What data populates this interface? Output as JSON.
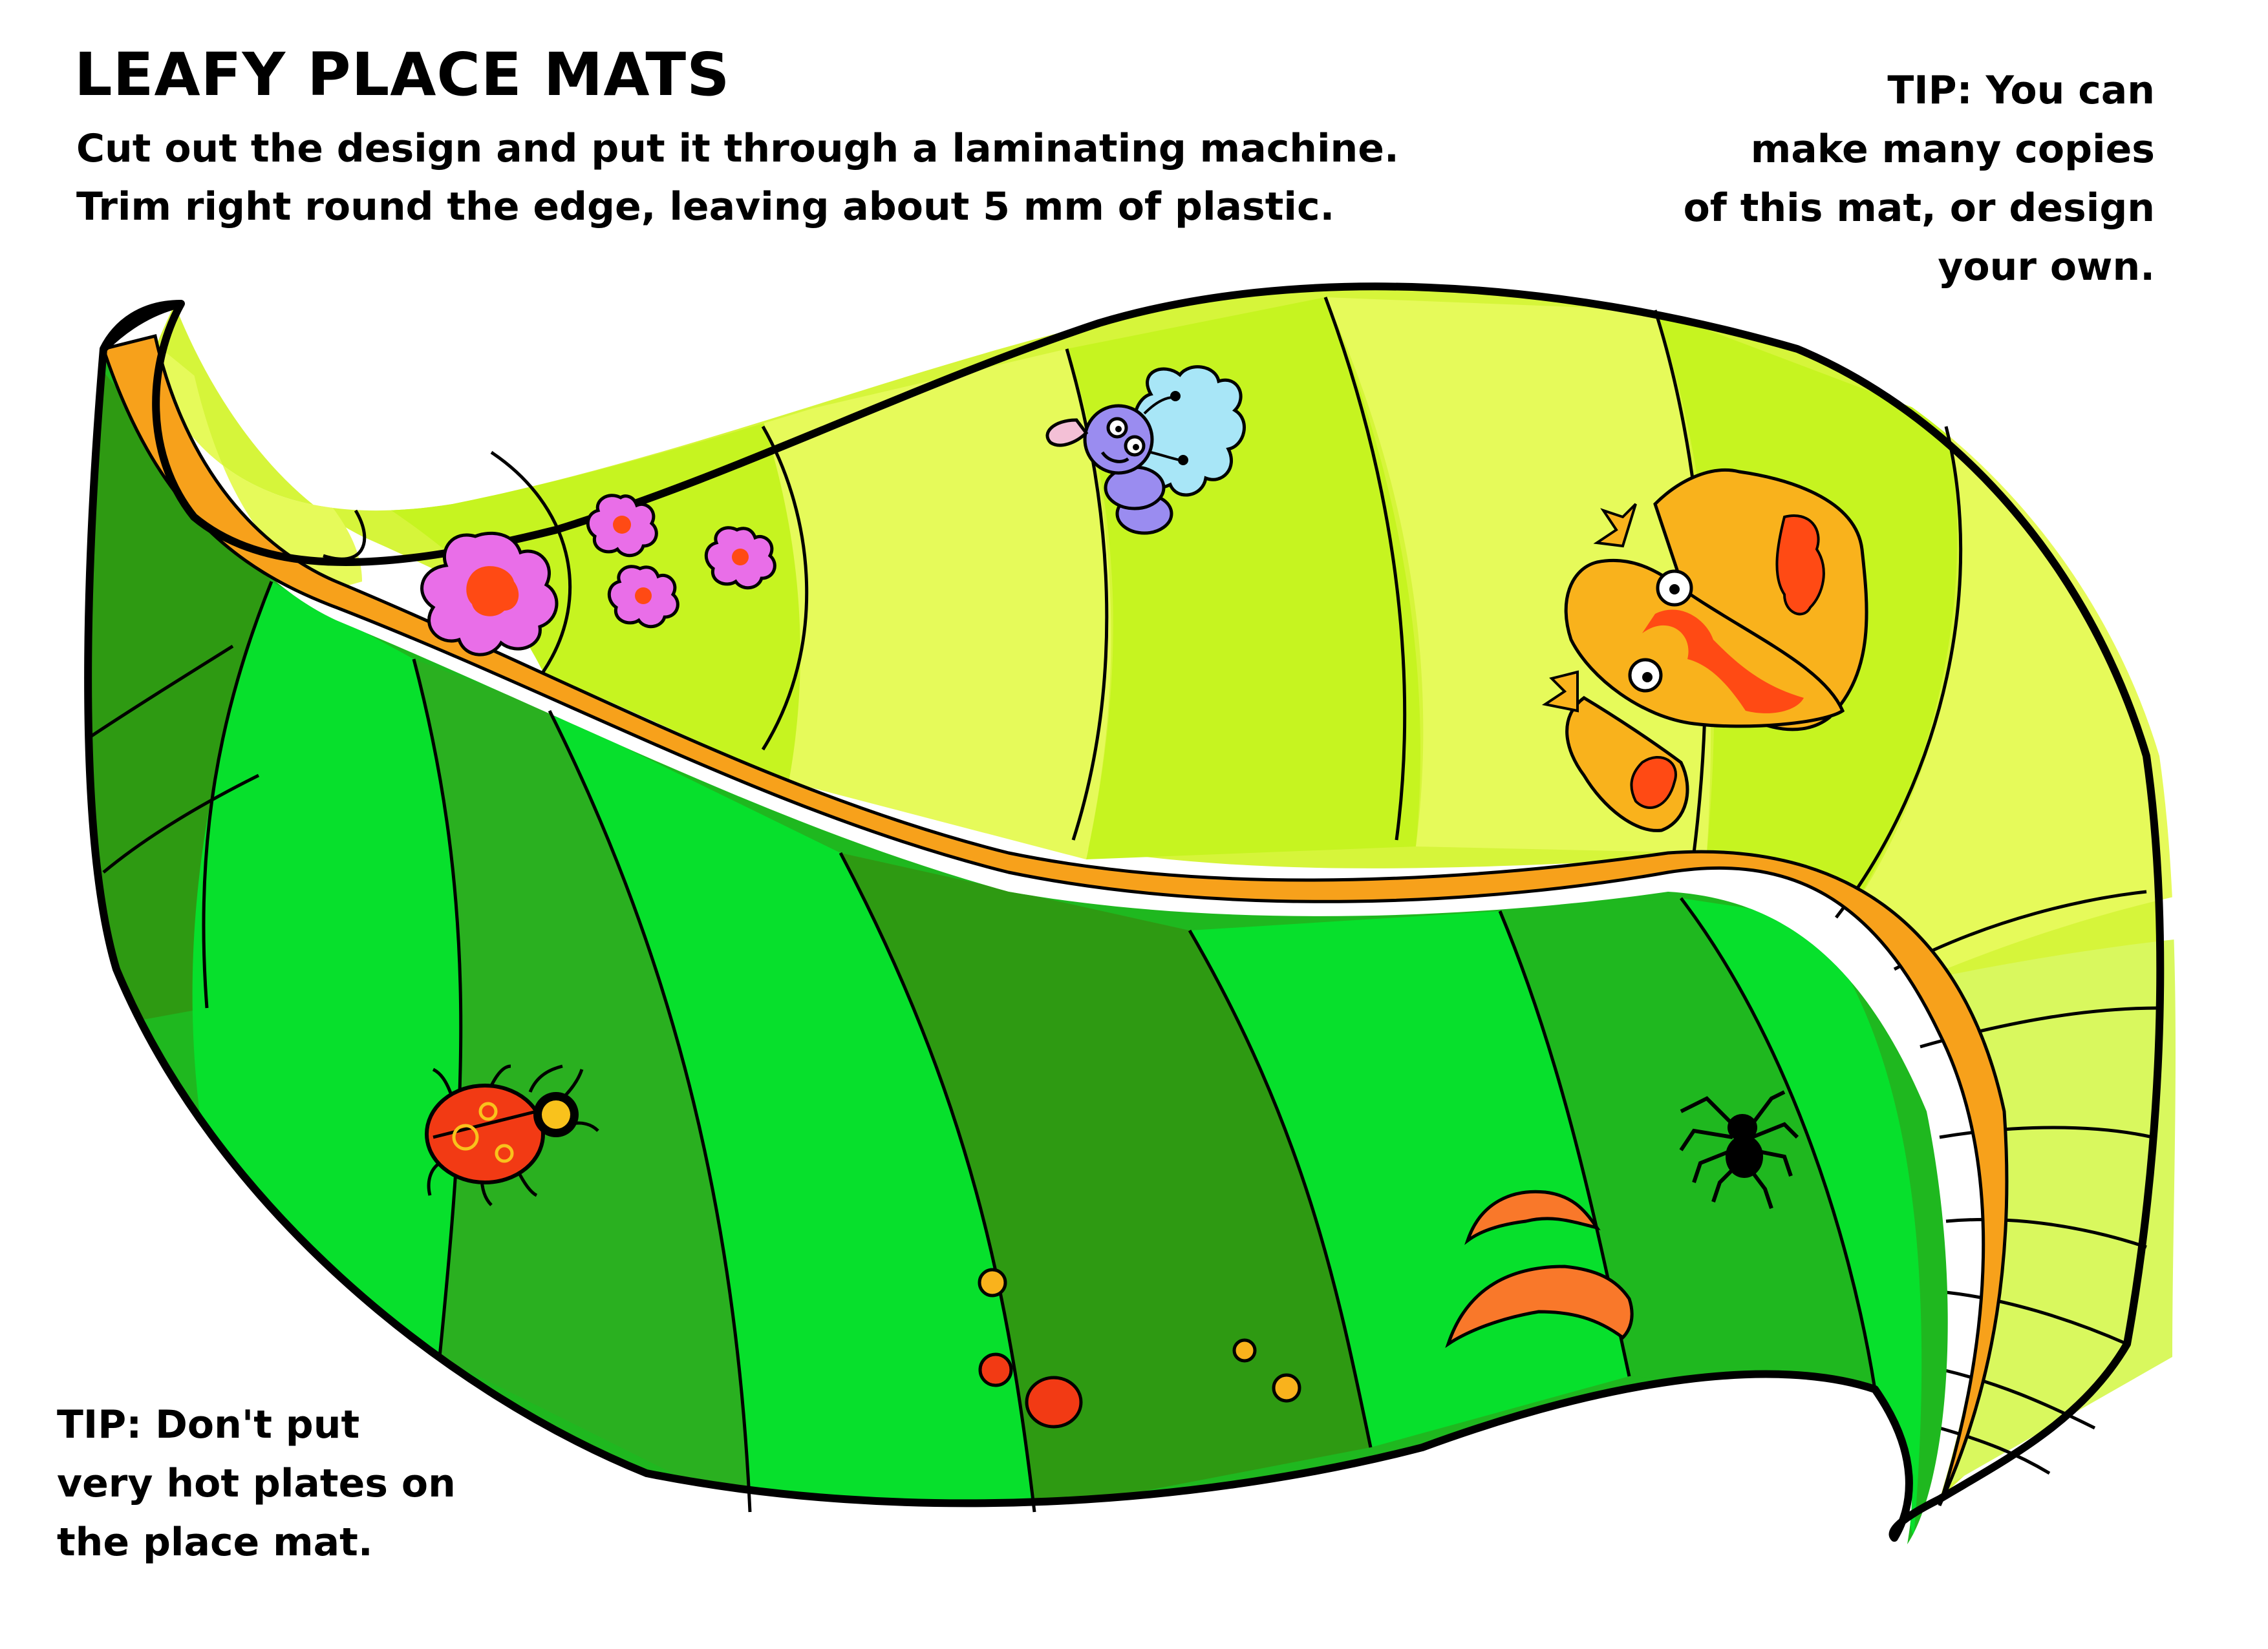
{
  "title": "LEAFY PLACE MATS",
  "instructions": [
    "Cut out the design and put it through a laminating machine.",
    "Trim right round the edge, leaving about 5 mm of plastic."
  ],
  "tip_right": [
    "TIP: You can",
    "make many copies",
    "of this mat, or design",
    "your own."
  ],
  "tip_left": [
    "TIP: Don't put",
    "very hot plates on",
    "the place mat."
  ],
  "colors": {
    "outline": "#000000",
    "stem": "#f7a11b",
    "leaf_light_1": "#c6f420",
    "leaf_light_2": "#e6fa5a",
    "leaf_dark_1": "#1fb81f",
    "leaf_dark_2": "#07e02c",
    "leaf_dark_3": "#2e9a12",
    "flower": "#e96ee8",
    "flower_center": "#ff4a14",
    "caterpillar": "#9a8cf0",
    "cloud": "#a8e6f7",
    "butterfly": "#f9b21c",
    "butterfly_pattern": "#ff4a14",
    "ladybird": "#f23a14"
  },
  "icons": [
    "leaf-outline",
    "stem",
    "flower-icon",
    "caterpillar-icon",
    "butterfly-icon",
    "ladybird-icon",
    "spider-icon",
    "spot-icon",
    "caterpillar-segment-icon"
  ]
}
